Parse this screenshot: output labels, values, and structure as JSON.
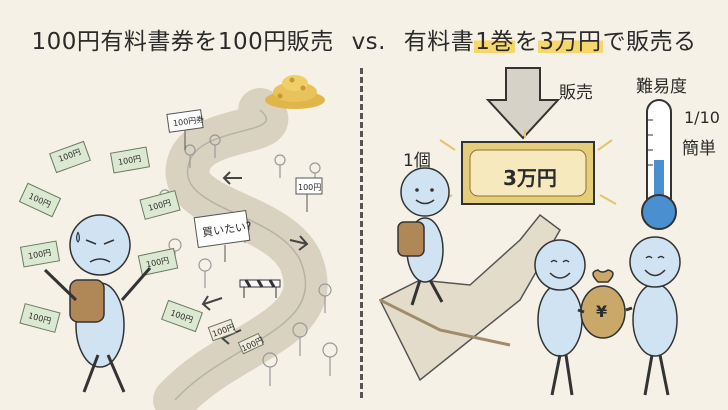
{
  "title": {
    "part1": "100円有料書券を100円販売",
    "vs": "vs.",
    "part2_a": "有料書",
    "part2_b": "1巻",
    "part2_c": "を",
    "part2_d": "3万円",
    "part2_e": "で販売る"
  },
  "left": {
    "sign_label": "100円券",
    "bill_label": "100円",
    "question_sign": "買いたい?"
  },
  "right": {
    "sell_label": "販売",
    "count_label": "1個",
    "price_label": "3万円",
    "difficulty_title": "難易度",
    "difficulty_fraction": "1/10",
    "difficulty_value": "簡単",
    "money_bag_symbol": "¥"
  },
  "colors": {
    "background": "#f6f1e6",
    "highlight": "#f5d76e",
    "figure": "#cfe3f3",
    "backpack": "#b08858",
    "bill": "#dbe8d2",
    "thermometer": "#4a8fd0"
  }
}
